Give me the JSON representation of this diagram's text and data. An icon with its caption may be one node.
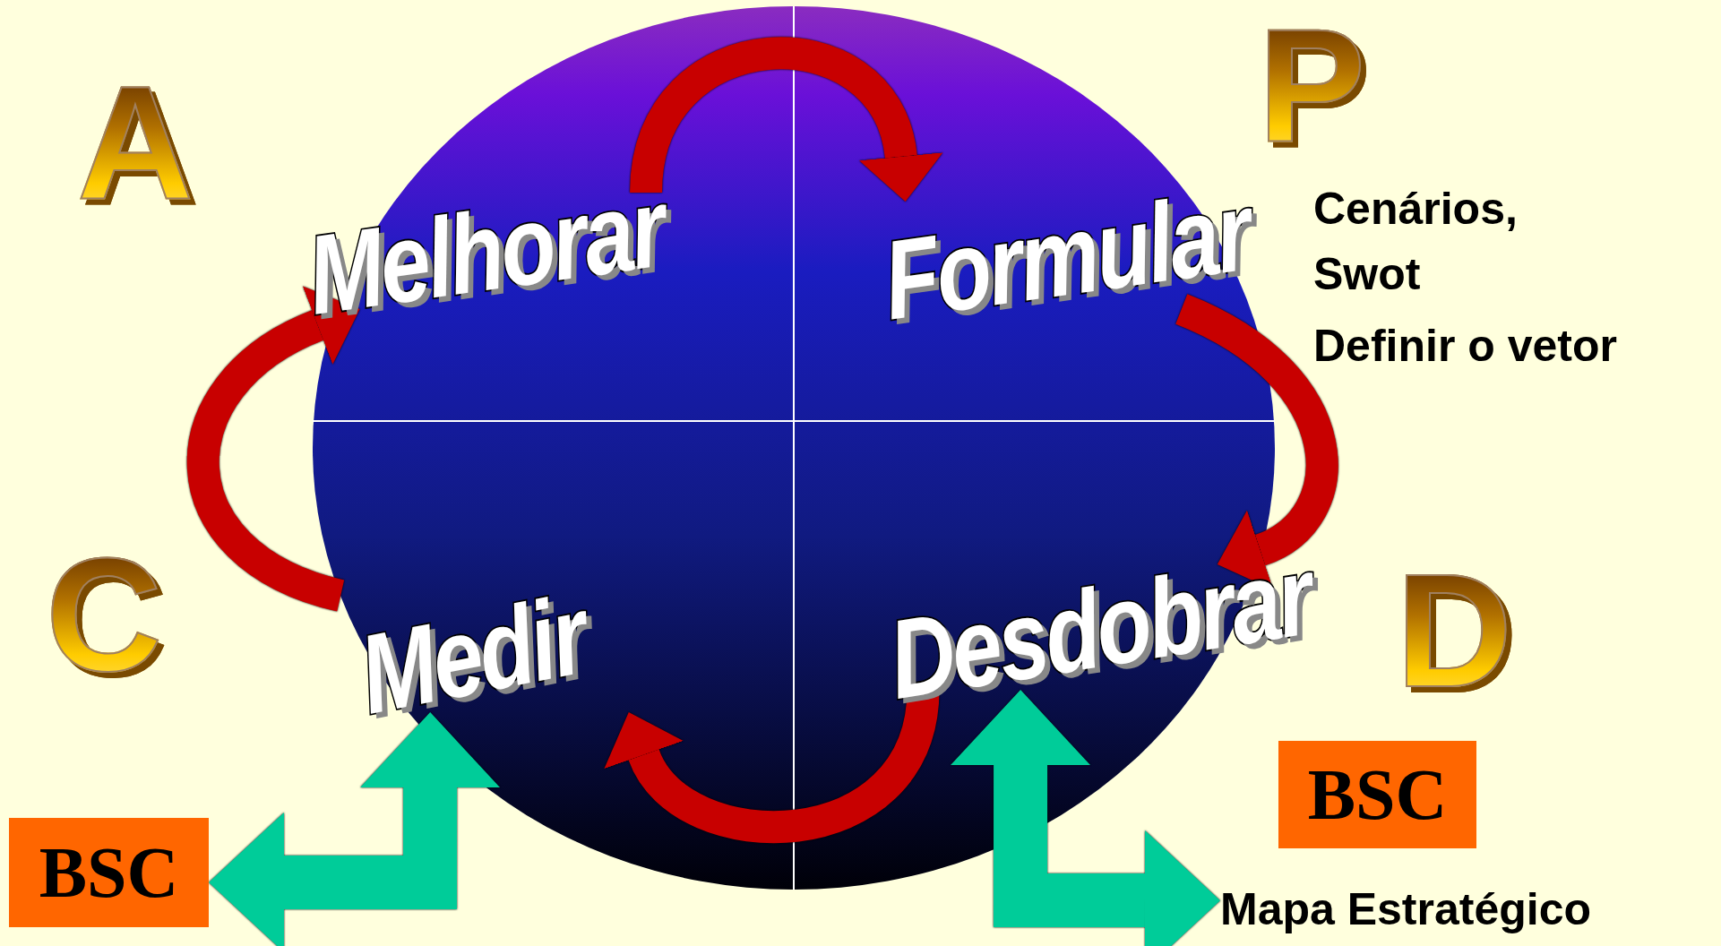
{
  "diagram": {
    "nodes": [
      {
        "text": [
          "Melhorar"
        ]
      },
      {
        "text": [
          "Formular"
        ]
      },
      {
        "text": [
          "Medir"
        ]
      },
      {
        "text": [
          "Desdobrar"
        ]
      },
      {
        "text": [
          "BSC"
        ]
      },
      {
        "text": [
          "BSC"
        ]
      },
      {
        "text": [
          "Mapa Estratégico"
        ]
      }
    ],
    "edges": [
      {
        "from": 0,
        "to": 1,
        "arrow": "to"
      },
      {
        "from": 1,
        "to": 3,
        "arrow": "to"
      },
      {
        "from": 3,
        "to": 2,
        "arrow": "to"
      },
      {
        "from": 2,
        "to": 0,
        "arrow": "to"
      },
      {
        "from": 2,
        "to": 5,
        "arrow": "both",
        "color": "#00cc99"
      },
      {
        "from": 3,
        "to": 6,
        "arrow": "both",
        "color": "#00cc99"
      }
    ],
    "labels": [
      "A",
      "P",
      "Cenários,",
      "Swot",
      "Definir o vetor",
      "C",
      "D"
    ]
  }
}
